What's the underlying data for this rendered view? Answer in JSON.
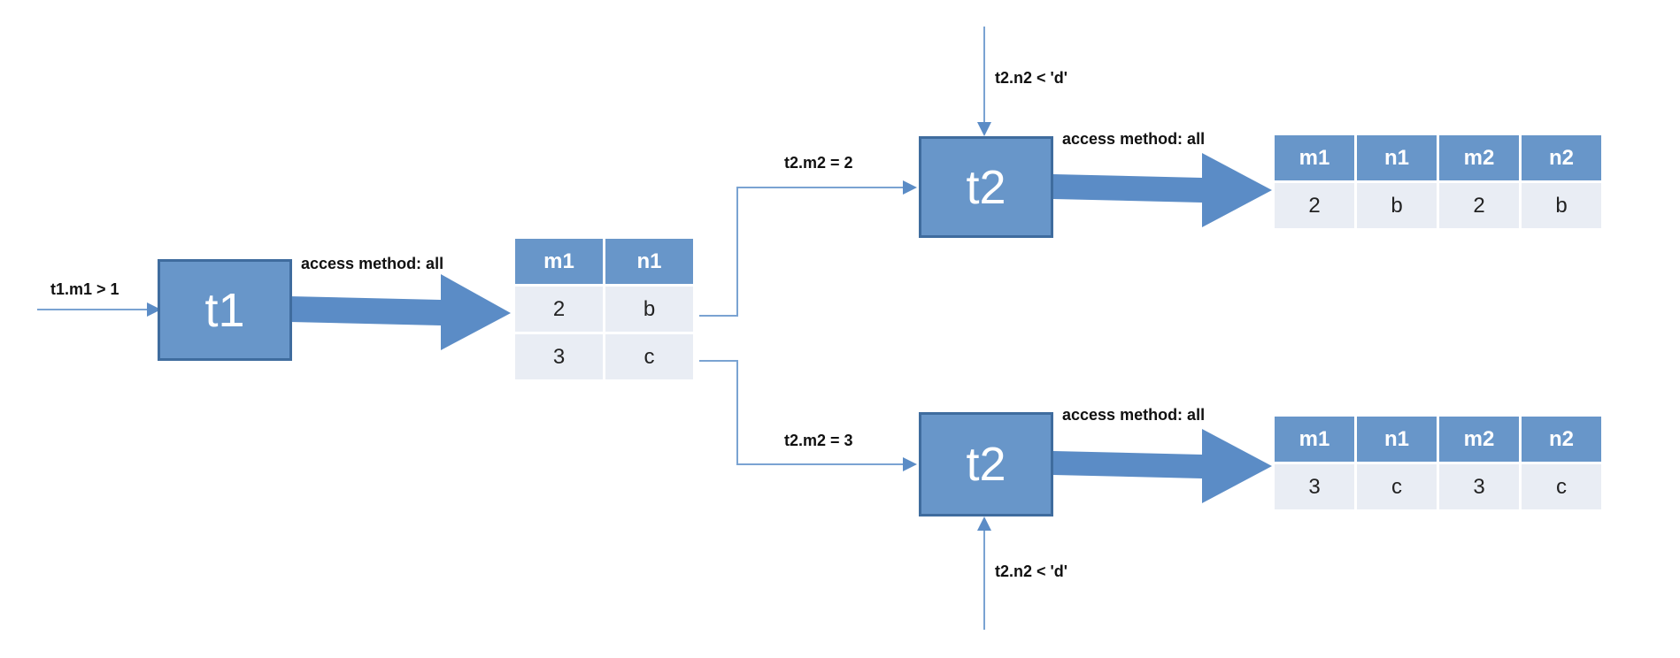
{
  "conditions": {
    "t1_filter": "t1.m1 > 1",
    "t2_filter_top": "t2.n2 < 'd'",
    "t2_filter_bottom": "t2.n2 < 'd'",
    "t2_join_top": "t2.m2 = 2",
    "t2_join_bottom": "t2.m2 = 3"
  },
  "nodes": {
    "t1": "t1",
    "t2_top": "t2",
    "t2_bottom": "t2"
  },
  "access_labels": {
    "t1": "access method: all",
    "t2_top": "access method: all",
    "t2_bottom": "access method: all"
  },
  "t1_result": {
    "columns": [
      "m1",
      "n1"
    ],
    "rows": [
      [
        "2",
        "b"
      ],
      [
        "3",
        "c"
      ]
    ]
  },
  "t2_top_result": {
    "columns": [
      "m1",
      "n1",
      "m2",
      "n2"
    ],
    "rows": [
      [
        "2",
        "b",
        "2",
        "b"
      ]
    ]
  },
  "t2_bottom_result": {
    "columns": [
      "m1",
      "n1",
      "m2",
      "n2"
    ],
    "rows": [
      [
        "3",
        "c",
        "3",
        "c"
      ]
    ]
  },
  "colors": {
    "node_fill": "#6896c9",
    "node_border": "#3f6c9e",
    "arrow": "#5b8cc6",
    "thin_line": "#7aa3d2",
    "cell_fill": "#e9edf4"
  }
}
